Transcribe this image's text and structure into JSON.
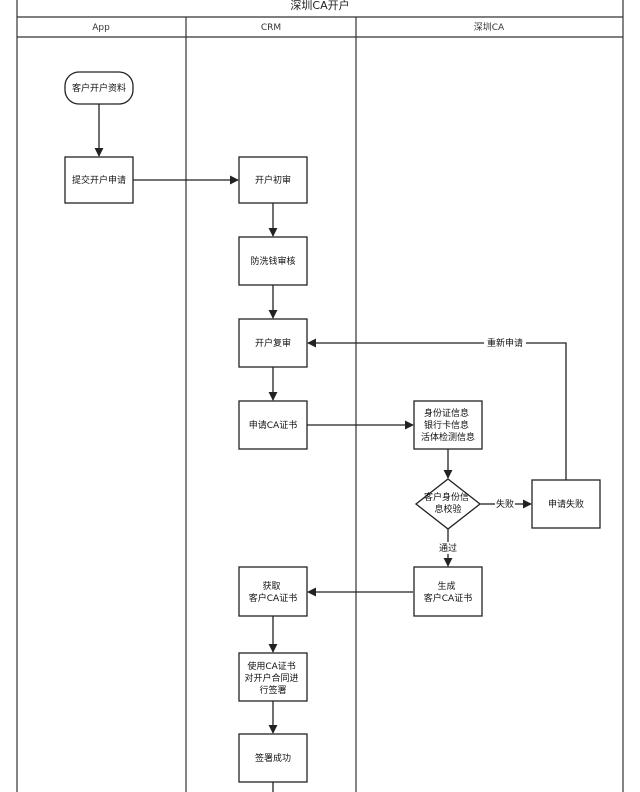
{
  "title": "深圳CA开户",
  "lanes": [
    {
      "id": "app",
      "label": "App"
    },
    {
      "id": "crm",
      "label": "CRM"
    },
    {
      "id": "ca",
      "label": "深圳CA"
    }
  ],
  "nodes": [
    {
      "id": "start",
      "shape": "terminal",
      "lines": [
        "客户开户资料"
      ]
    },
    {
      "id": "submit",
      "shape": "process",
      "lines": [
        "提交开户申请"
      ]
    },
    {
      "id": "review1",
      "shape": "process",
      "lines": [
        "开户初审"
      ]
    },
    {
      "id": "aml",
      "shape": "process",
      "lines": [
        "防洗钱审核"
      ]
    },
    {
      "id": "review2",
      "shape": "process",
      "lines": [
        "开户复审"
      ]
    },
    {
      "id": "apply",
      "shape": "process",
      "lines": [
        "申请CA证书"
      ]
    },
    {
      "id": "info",
      "shape": "process",
      "lines": [
        "身份证信息",
        "银行卡信息",
        "活体检测信息"
      ]
    },
    {
      "id": "verify",
      "shape": "decision",
      "lines": [
        "客户身份信",
        "息校验"
      ]
    },
    {
      "id": "fail",
      "shape": "process",
      "lines": [
        "申请失败"
      ]
    },
    {
      "id": "generate",
      "shape": "process",
      "lines": [
        "生成",
        "客户CA证书"
      ]
    },
    {
      "id": "obtain",
      "shape": "process",
      "lines": [
        "获取",
        "客户CA证书"
      ]
    },
    {
      "id": "sign",
      "shape": "process",
      "lines": [
        "使用CA证书",
        "对开户合同进",
        "行签署"
      ]
    },
    {
      "id": "success",
      "shape": "process",
      "lines": [
        "签署成功"
      ]
    }
  ],
  "edges": [
    {
      "from": "start",
      "to": "submit",
      "label": ""
    },
    {
      "from": "submit",
      "to": "review1",
      "label": ""
    },
    {
      "from": "review1",
      "to": "aml",
      "label": ""
    },
    {
      "from": "aml",
      "to": "review2",
      "label": ""
    },
    {
      "from": "review2",
      "to": "apply",
      "label": ""
    },
    {
      "from": "apply",
      "to": "info",
      "label": ""
    },
    {
      "from": "info",
      "to": "verify",
      "label": ""
    },
    {
      "from": "verify",
      "to": "fail",
      "label": "失败"
    },
    {
      "from": "fail",
      "to": "review2",
      "label": "重新申请"
    },
    {
      "from": "verify",
      "to": "generate",
      "label": "通过"
    },
    {
      "from": "generate",
      "to": "obtain",
      "label": ""
    },
    {
      "from": "obtain",
      "to": "sign",
      "label": ""
    },
    {
      "from": "sign",
      "to": "success",
      "label": ""
    },
    {
      "from": "success",
      "to": "",
      "label": ""
    }
  ]
}
